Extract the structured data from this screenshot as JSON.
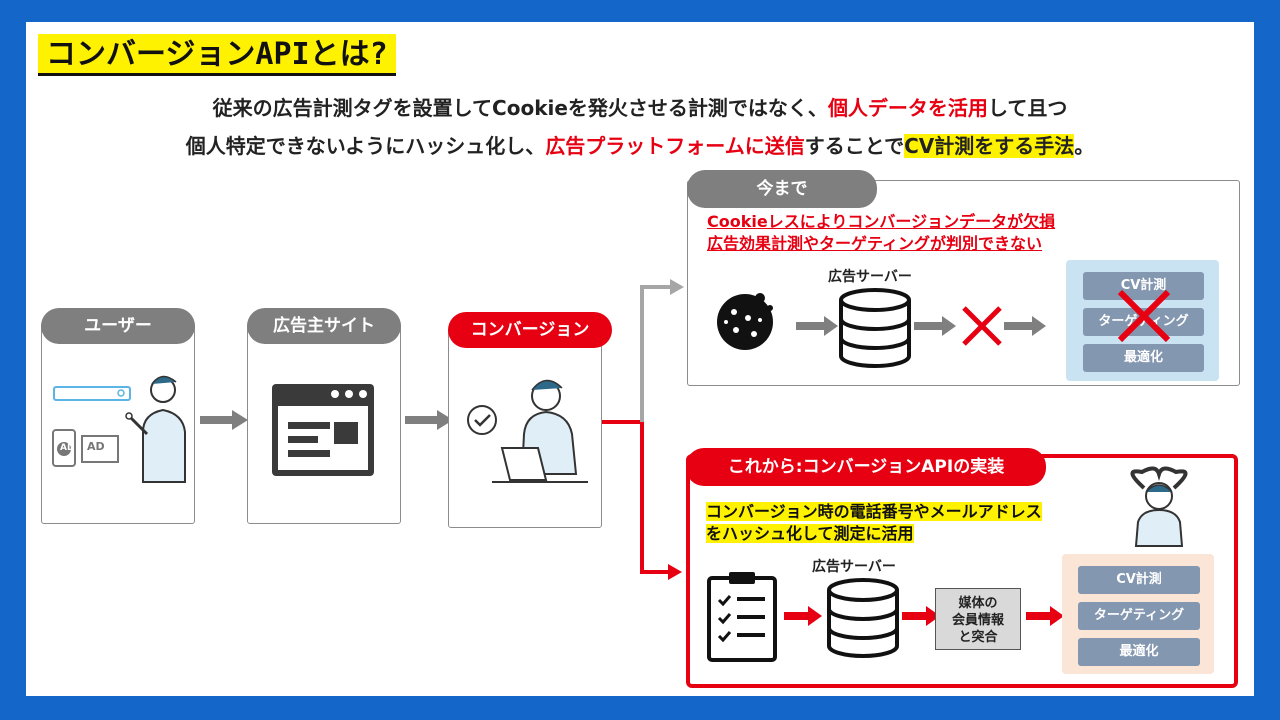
{
  "title": "コンバージョンAPIとは?",
  "lead": {
    "line1_a": "従来の広告計測タグを設置してCookieを発火させる計測ではなく、",
    "line1_b": "個人データを活用",
    "line1_c": "して且つ",
    "line2_a": "個人特定できないようにハッシュ化し、",
    "line2_b": "広告プラットフォームに送信",
    "line2_c": "することで",
    "line2_d": "CV計測をする手法",
    "line2_e": "。"
  },
  "flow": {
    "user": "ユーザー",
    "advertiser_site": "広告主サイト",
    "conversion": "コンバージョン"
  },
  "icons": {
    "ad_badge": "AD",
    "ad_banner": "AD"
  },
  "before": {
    "label": "今まで",
    "note1": "Cookieレスによりコンバージョンデータが欠損",
    "note2": "広告効果計測やターゲティングが判別できない",
    "server": "広告サーバー",
    "results": [
      "CV計測",
      "ターゲティング",
      "最適化"
    ]
  },
  "after": {
    "label": "これから:コンバージョンAPIの実装",
    "note1": "コンバージョン時の電話番号やメールアドレス",
    "note2": "をハッシュ化して測定に活用",
    "server": "広告サーバー",
    "media_line1": "媒体の",
    "media_line2": "会員情報",
    "media_line3": "と突合",
    "results": [
      "CV計測",
      "ターゲティング",
      "最適化"
    ]
  },
  "colors": {
    "frame": "#1566c9",
    "accent_red": "#e60012",
    "highlight": "#fff200",
    "pill_gray": "#7f7f7f",
    "before_result_bg": "#c9e3f3",
    "before_result_btn": "#8497b0",
    "after_result_bg": "#fbe5d6",
    "after_result_btn": "#8497b0"
  }
}
